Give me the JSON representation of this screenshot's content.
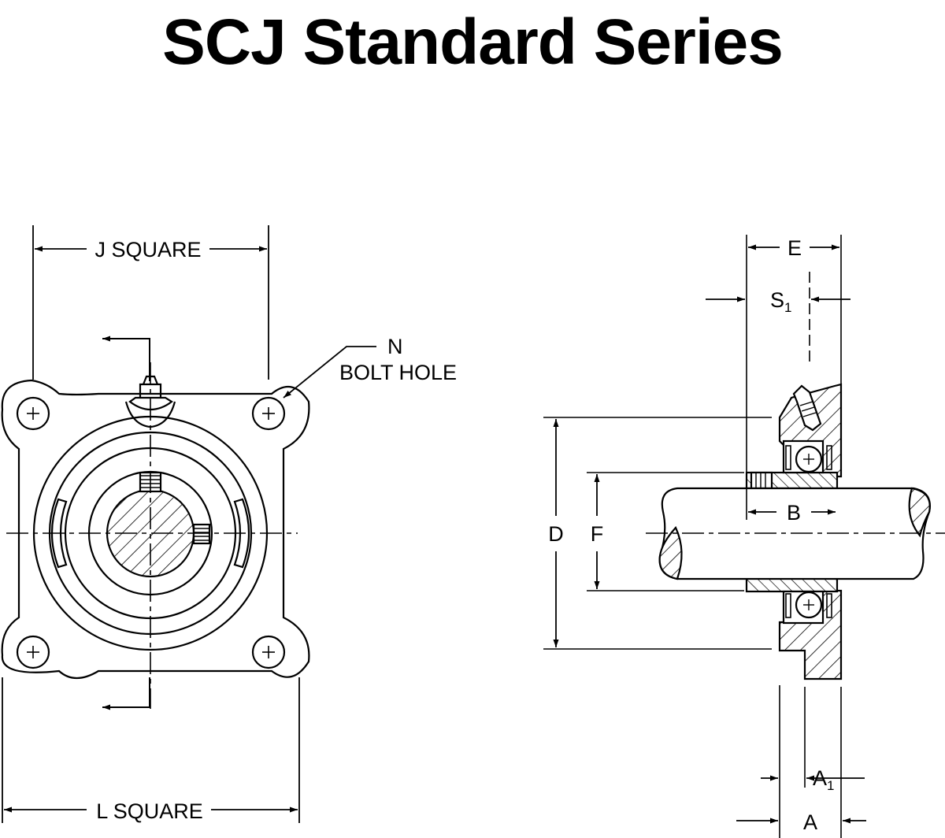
{
  "title": "SCJ Standard Series",
  "labels": {
    "j_square": "J SQUARE",
    "l_square": "L SQUARE",
    "n": "N",
    "bolt_hole": "BOLT HOLE",
    "e": "E",
    "s1": "S",
    "s1_sub": "1",
    "d": "D",
    "f": "F",
    "b": "B",
    "a1": "A",
    "a1_sub": "1",
    "a": "A"
  }
}
